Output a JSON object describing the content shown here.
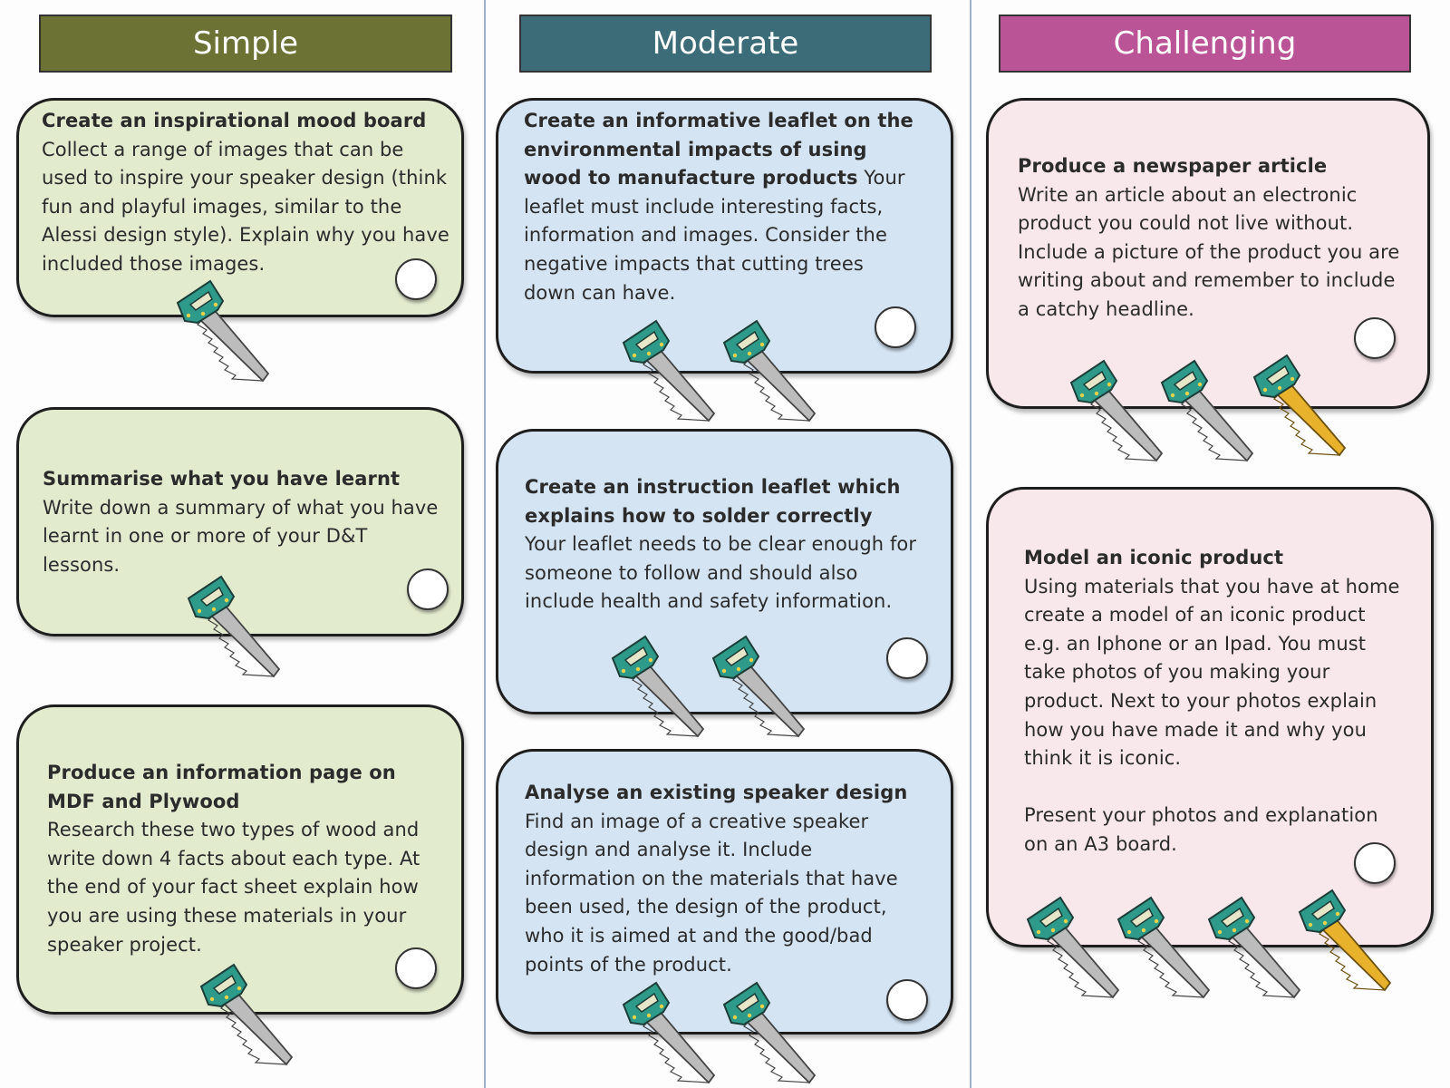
{
  "columns": [
    {
      "header": "Simple",
      "color": "#6c7234"
    },
    {
      "header": "Moderate",
      "color": "#3b6c77"
    },
    {
      "header": "Challenging",
      "color": "#bb5496"
    }
  ],
  "cards": {
    "mood_board": {
      "title": "Create an inspirational mood board",
      "body": "Collect a range of images that can be used to inspire your speaker design (think fun and playful images, similar to the Alessi design style). Explain why you have included those images.",
      "saws": 1
    },
    "summarise": {
      "title": "Summarise what you have learnt",
      "body": "Write down a summary of what you have learnt in one or more of your D&T lessons.",
      "saws": 1
    },
    "info_page": {
      "title": "Produce an information page on MDF and Plywood",
      "body": "Research these two types of wood and write down 4 facts about each type. At the end of your fact sheet explain how you are using these materials in your speaker project.",
      "saws": 1
    },
    "leaflet_env": {
      "title": "Create an informative leaflet on the environmental impacts of using wood to manufacture products",
      "body": "Your leaflet must include interesting  facts, information and images. Consider the negative impacts that cutting trees down can have.",
      "saws": 2
    },
    "solder": {
      "title": "Create an instruction leaflet which explains how to solder correctly",
      "body": "Your leaflet needs to be clear enough for someone to follow and should also include health and safety information.",
      "saws": 2
    },
    "speaker": {
      "title": "Analyse an existing speaker design",
      "body": "Find an image of a creative speaker design and analyse it. Include information on the materials that have been used, the design of the product, who it is aimed at and the good/bad points of the product.",
      "saws": 2
    },
    "newspaper": {
      "title": "Produce a newspaper article",
      "body": "Write an article about an electronic product you could not live without. Include a picture of the product you are writing about and remember to include a catchy headline.",
      "saws": 3
    },
    "iconic": {
      "title": "Model an iconic product",
      "body": "Using materials that you have at home create a model of an iconic product e.g. an Iphone or an Ipad. You must take photos of you making your product. Next to your photos explain how you have made it and why you think it is iconic.",
      "body2": "Present your photos and explanation on an A3 board.",
      "saws": 4
    }
  },
  "saw_colors": {
    "handle": "#2e9a8a",
    "blade": "#bcbcbc",
    "gold_blade": "#e8b22c"
  }
}
